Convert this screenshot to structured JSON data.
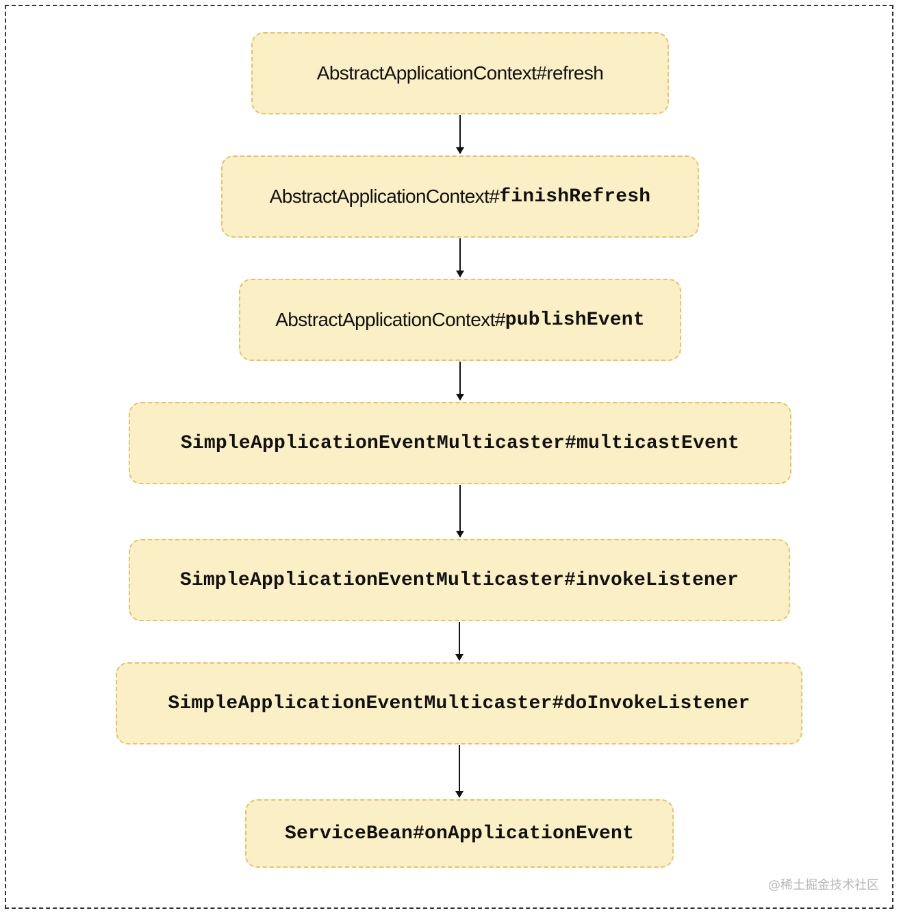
{
  "diagram": {
    "nodes": [
      {
        "id": "n1",
        "label_sans": "AbstractApplicationContext#refresh",
        "label_mono": ""
      },
      {
        "id": "n2",
        "label_sans": "AbstractApplicationContext#",
        "label_mono": "finishRefresh"
      },
      {
        "id": "n3",
        "label_sans": "AbstractApplicationContext#",
        "label_mono": "publishEvent"
      },
      {
        "id": "n4",
        "label_sans": "",
        "label_mono": "SimpleApplicationEventMulticaster#multicastEvent"
      },
      {
        "id": "n5",
        "label_sans": "",
        "label_mono": "SimpleApplicationEventMulticaster#invokeListener"
      },
      {
        "id": "n6",
        "label_sans": "",
        "label_mono": "SimpleApplicationEventMulticaster#doInvokeListener"
      },
      {
        "id": "n7",
        "label_sans": "",
        "label_mono": "ServiceBean#onApplicationEvent"
      }
    ],
    "edges": [
      {
        "from": "n1",
        "to": "n2"
      },
      {
        "from": "n2",
        "to": "n3"
      },
      {
        "from": "n3",
        "to": "n4"
      },
      {
        "from": "n4",
        "to": "n5"
      },
      {
        "from": "n5",
        "to": "n6"
      },
      {
        "from": "n6",
        "to": "n7"
      }
    ]
  },
  "watermark": "@稀土掘金技术社区",
  "colors": {
    "node_fill": "#fbefc5",
    "node_border": "#e3c46b",
    "arrow": "#111111"
  }
}
